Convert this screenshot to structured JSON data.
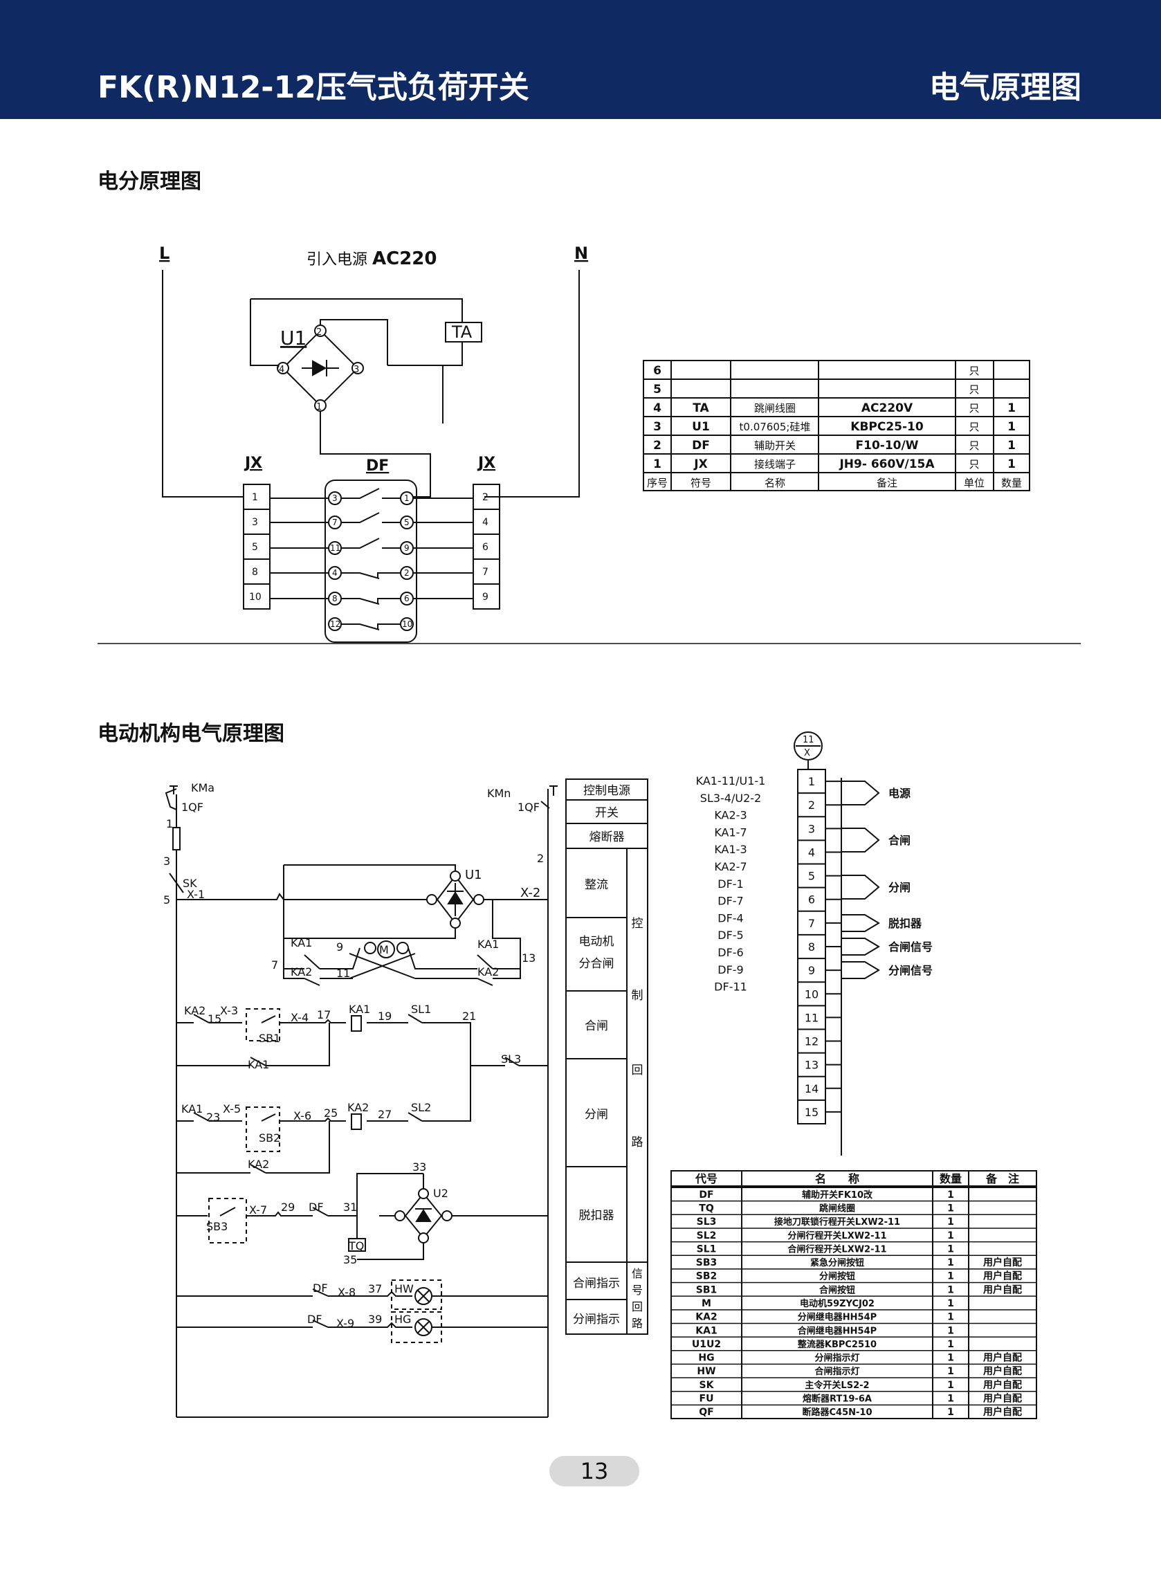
{
  "header": {
    "title": "FK(R)N12-12压气式负荷开关",
    "right_title": "电气原理图",
    "bg_color": "#0f2a63"
  },
  "section1": {
    "title": "电分原理图",
    "label_L": "L",
    "label_N": "N",
    "power_label_prefix": "引入电源",
    "power_label_value": "AC220",
    "u1": "U1",
    "ta": "TA",
    "jx_left": "JX",
    "df": "DF",
    "jx_right": "JX",
    "jx_left_terms": [
      "1",
      "3",
      "5",
      "8",
      "10"
    ],
    "jx_right_terms": [
      "2",
      "4",
      "6",
      "7",
      "9"
    ],
    "df_left": [
      "3",
      "7",
      "11",
      "4",
      "8",
      "12"
    ],
    "df_right": [
      "1",
      "5",
      "9",
      "2",
      "6",
      "10"
    ],
    "bridge_nodes": [
      "2",
      "4",
      "3",
      "1"
    ]
  },
  "table1": {
    "rows": [
      [
        "6",
        "",
        "",
        "",
        "只",
        ""
      ],
      [
        "5",
        "",
        "",
        "",
        "只",
        ""
      ],
      [
        "4",
        "TA",
        "跳闸线圈",
        "AC220V",
        "只",
        "1"
      ],
      [
        "3",
        "U1",
        "t0.07605;硅堆",
        "KBPC25-10",
        "只",
        "1"
      ],
      [
        "2",
        "DF",
        "辅助开关",
        "F10-10/W",
        "只",
        "1"
      ],
      [
        "1",
        "JX",
        "接线端子",
        "JH9- 660V/15A",
        "只",
        "1"
      ]
    ],
    "header": [
      "序号",
      "符号",
      "名称",
      "备注",
      "单位",
      "数量"
    ]
  },
  "section2": {
    "title": "电动机构电气原理图",
    "labels": {
      "kma": "KMa",
      "qf1": "1QF",
      "n1": "1",
      "n3": "3",
      "sk": "SK",
      "x1": "X-1",
      "n5": "5",
      "kmn": "KMn",
      "qf2": "1QF",
      "n2": "2",
      "u1": "U1",
      "x2": "X-2",
      "ka1a": "KA1",
      "n9": "9",
      "m": "M",
      "ka1b": "KA1",
      "n13": "13",
      "n7": "7",
      "ka2a": "KA2",
      "n11": "11",
      "ka2b": "KA2",
      "ka2c": "KA2",
      "x3": "X-3",
      "n15": "15",
      "x4": "X-4",
      "n17": "17",
      "ka1c": "KA1",
      "n19": "19",
      "sl1": "SL1",
      "n21": "21",
      "sb1": "SB1",
      "ka1d": "KA1",
      "sl3": "SL3",
      "ka1e": "KA1",
      "x5": "X-5",
      "n23": "23",
      "x6": "X-6",
      "n25": "25",
      "ka2d": "KA2",
      "n27": "27",
      "sl2": "SL2",
      "sb2": "SB2",
      "ka2e": "KA2",
      "n33": "33",
      "u2": "U2",
      "x7": "X-7",
      "n29": "29",
      "dfa": "DF",
      "n31": "31",
      "sb3": "SB3",
      "tq": "TQ",
      "n35": "35",
      "dfb": "DF",
      "x8": "X-8",
      "n37": "37",
      "hw": "HW",
      "dfc": "DF",
      "x9": "X-9",
      "n39": "39",
      "hg": "HG"
    },
    "side_boxes": [
      "控制电源",
      "开关",
      "熔断器",
      "整流",
      "电动机分合闸",
      "合闸",
      "分闸",
      "脱扣器",
      "合闸指示",
      "分闸指示"
    ],
    "side_vertical_ctrl": [
      "控",
      "制",
      "回",
      "路"
    ],
    "side_vertical_sig": [
      "信",
      "号",
      "回",
      "路"
    ],
    "terminal_header_top": "11",
    "terminal_header_bottom": "X",
    "terminal_left_labels": [
      "KA1-11/U1-1",
      "SL3-4/U2-2",
      "KA2-3",
      "KA1-7",
      "KA1-3",
      "KA2-7",
      "DF-1",
      "DF-7",
      "DF-4",
      "DF-5",
      "DF-6",
      "DF-9",
      "DF-11"
    ],
    "terminal_numbers": [
      "1",
      "2",
      "3",
      "4",
      "5",
      "6",
      "7",
      "8",
      "9",
      "10",
      "11",
      "12",
      "13",
      "14",
      "15"
    ],
    "terminal_signals": [
      "电源",
      "合闸",
      "分闸",
      "脱扣器",
      "合闸信号",
      "分闸信号"
    ]
  },
  "table2": {
    "header": [
      "代号",
      "名　　称",
      "数量",
      "备　注"
    ],
    "rows": [
      [
        "DF",
        "辅助开关FK10改",
        "1",
        ""
      ],
      [
        "TQ",
        "跳闸线圈",
        "1",
        ""
      ],
      [
        "SL3",
        "接地刀联锁行程开关LXW2-11",
        "1",
        ""
      ],
      [
        "SL2",
        "分闸行程开关LXW2-11",
        "1",
        ""
      ],
      [
        "SL1",
        "合闸行程开关LXW2-11",
        "1",
        ""
      ],
      [
        "SB3",
        "紧急分闸按钮",
        "1",
        "用户自配"
      ],
      [
        "SB2",
        "分闸按钮",
        "1",
        "用户自配"
      ],
      [
        "SB1",
        "合闸按钮",
        "1",
        "用户自配"
      ],
      [
        "M",
        "电动机59ZYCJ02",
        "1",
        ""
      ],
      [
        "KA2",
        "分闸继电器HH54P",
        "1",
        ""
      ],
      [
        "KA1",
        "合闸继电器HH54P",
        "1",
        ""
      ],
      [
        "U1U2",
        "整流器KBPC2510",
        "1",
        ""
      ],
      [
        "HG",
        "分闸指示灯",
        "1",
        "用户自配"
      ],
      [
        "HW",
        "合闸指示灯",
        "1",
        "用户自配"
      ],
      [
        "SK",
        "主令开关LS2-2",
        "1",
        "用户自配"
      ],
      [
        "FU",
        "熔断器RT19-6A",
        "1",
        "用户自配"
      ],
      [
        "QF",
        "断路器C45N-10",
        "1",
        "用户自配"
      ]
    ]
  },
  "page_number": "13"
}
